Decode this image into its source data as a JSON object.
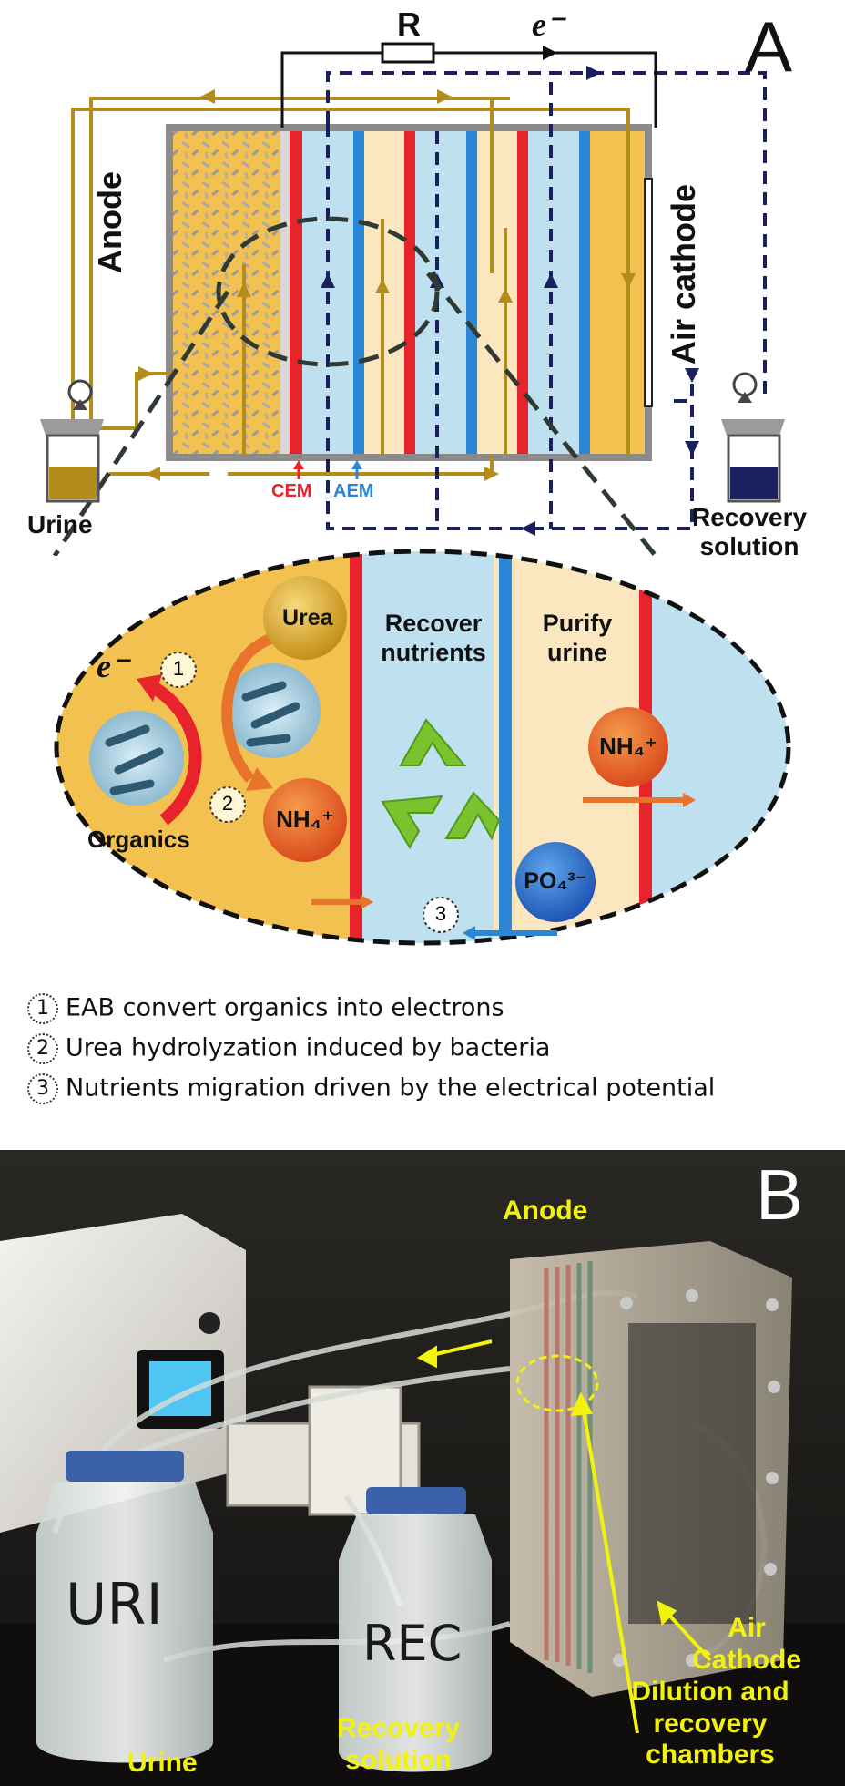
{
  "panel_a": {
    "letter": "A",
    "resistor_label": "R",
    "electron_label": "e⁻",
    "anode_label": "Anode",
    "air_cathode_label": "Air cathode",
    "cem_label": "CEM",
    "aem_label": "AEM",
    "urine_label": "Urine",
    "recovery_label_line1": "Recovery",
    "recovery_label_line2": "solution"
  },
  "inset": {
    "urea_label": "Urea",
    "nh4_label_1": "NH₄⁺",
    "nh4_label_2": "NH₄⁺",
    "po4_label": "PO₄³⁻",
    "electron_label": "e⁻",
    "organics_label": "Organics",
    "recover_line1": "Recover",
    "recover_line2": "nutrients",
    "purify_line1": "Purify",
    "purify_line2": "urine",
    "step1": "1",
    "step2": "2",
    "step3": "3"
  },
  "legend": [
    {
      "num": "1",
      "text": "EAB convert organics into electrons"
    },
    {
      "num": "2",
      "text": "Urea hydrolyzation induced by bacteria"
    },
    {
      "num": "3",
      "text": "Nutrients migration driven by the electrical potential"
    }
  ],
  "panel_b": {
    "letter": "B",
    "anode_label": "Anode",
    "air_line1": "Air",
    "air_line2": "Cathode",
    "dilution_line1": "Dilution and",
    "dilution_line2": "recovery",
    "dilution_line3": "chambers",
    "urine_label": "Urine",
    "recovery_line1": "Recovery",
    "recovery_line2": "solution",
    "bottle1_text": "URI",
    "bottle2_text": "REC"
  },
  "colors": {
    "anode_yellow": "#f2c150",
    "urine_pale": "#fbe7bf",
    "recovery_blue": "#bfe0ef",
    "cem_red": "#e8232b",
    "aem_blue": "#2b86d6",
    "tube_gold": "#b48c1c",
    "dark_navy": "#1a1f5e",
    "label_yellow": "#f2f20c"
  }
}
